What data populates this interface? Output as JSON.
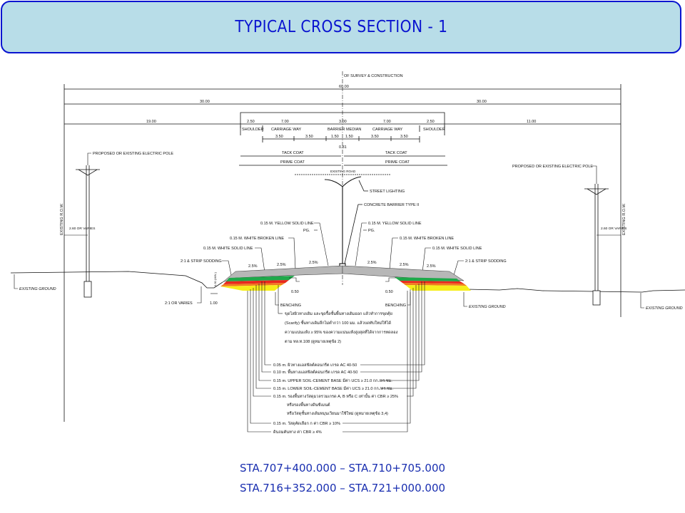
{
  "slide": {
    "title": "TYPICAL CROSS SECTION - 1",
    "stations": [
      "STA.707+400.000 – STA.710+705.000",
      "STA.716+352.000 – STA.721+000.000"
    ],
    "colors": {
      "title_bg": "#b8dde8",
      "title_border": "#0a14d0",
      "title_text": "#0a14d0",
      "station_text": "#1a2fb0"
    }
  },
  "drawing": {
    "centerline": "OF SURVEY & CONSTRUCTION",
    "dims": {
      "total": "60.00",
      "half_left": "30.00",
      "half_right": "30.00",
      "side_left": "19.00",
      "side_right": "11.00",
      "shoulder_left": "2.50",
      "carriage_left": "7.00",
      "median": "3.00",
      "carriage_right": "7.00",
      "shoulder_right": "2.50",
      "lanes": [
        "3.50",
        "3.50",
        "1.50",
        "1.50",
        "3.50",
        "3.50"
      ],
      "barrier_offset": "0.81",
      "benching_left": "0.50",
      "benching_right": "0.50",
      "ditch_width": "1.00",
      "ditch_depth": "0.30 (MIN.)",
      "pole_offset_left": "2.60 OR VARIES",
      "pole_offset_right": "2.60 OR VARIES"
    },
    "labels": {
      "shoulder": "SHOULDER",
      "carriage_way": "CARRIAGE WAY",
      "barrier_median": "BARRIER MEDIAN",
      "tack_coat": "TACK COAT",
      "prime_coat": "PRIME COAT",
      "existing_road": "EXISTING ROAD",
      "electric_pole": "PROPOSED OR EXISTING ELECTRIC POLE",
      "street_lighting": "STREET LIGHTING",
      "concrete_barrier": "CONCRETE BARRIER TYPE II",
      "yellow_line": "0.15 M. YELLOW SOLID LINE",
      "pg": "PG.",
      "white_broken": "0.15 M. WHITE BROKEN LINE",
      "white_solid": "0.15 M. WHITE SOLID LINE",
      "strip_sodding": "2:1 & STRIP SODDING",
      "slope_varies": "2:1 OR VARIES",
      "benching": "BENCHING",
      "existing_ground": "EXISTING GROUND",
      "existing_row": "EXISTING R.O.W.",
      "slope": "2.5%"
    },
    "note": [
      "ขุดไสผิวทางเดิม และขุดรื้อชั้นพื้นทางเดิมออก แล้วทำการขุดคุ้ย",
      "(Scarify) ชั้นทางเดิมลึกไม่ต่ำกว่า 100 มม. แล้วบดทับใหม่ให้ได้",
      "ความแน่นแห้ง ≥ 95% ของความแน่นแห้งสูงสุดที่ได้จากการทดลอง",
      "ตาม ทล.ท.108 (ดูหมายเหตุข้อ 2)"
    ],
    "layers": [
      "0.05 m. ผิวทางแอสฟัลต์คอนกรีต เกรด AC 40-50",
      "0.10 m. พื้นทางแอสฟัลต์คอนกรีต เกรด AC 40-50",
      "0.15 m. UPPER SOIL-CEMENT BASE มีค่า UCS ≥ 21.0 กก./ตร.ซม.",
      "0.15 m. LOWER SOIL-CEMENT BASE มีค่า UCS ≥ 21.0 กก./ตร.ซม.",
      "0.15 m. รองพื้นทางวัสดุมวลรวมเกรด A, B หรือ C เท่านั้น ค่า CBR ≥ 25%",
      "หรือรองพื้นทางดินซีเมนต์",
      "หรือวัสดุชั้นทางเดิมหมุนเวียนมาใช้ใหม่ (ดูหมายเหตุข้อ 3,4)",
      "0.15 m. วัสดุคัดเลือก ก ค่า CBR ≥ 10%",
      "ดินถมคันทาง ค่า CBR ≥ 4%"
    ],
    "layer_colors": {
      "surface": "#9a9a9a",
      "binder": "#1fa84a",
      "upper_base": "#e8281e",
      "lower_base": "#f07a20",
      "subbase": "#f6ee1a"
    }
  }
}
